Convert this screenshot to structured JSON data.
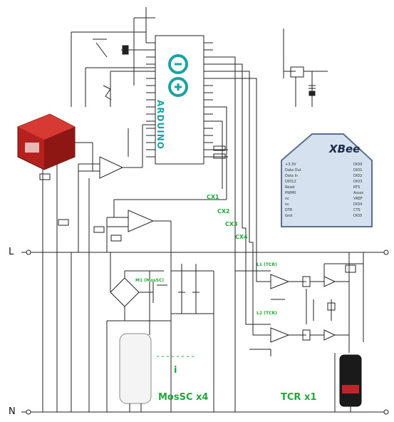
{
  "rails": {
    "line": "L",
    "neutral": "N"
  },
  "xbee": {
    "title": "XBee",
    "pins_left": [
      "+3.3V",
      "Data Out",
      "Data In",
      "DIO12",
      "Reset",
      "PWM0",
      "nc",
      "nc",
      "DTR",
      "Gnd"
    ],
    "pins_right": [
      "DIO0",
      "DIO1",
      "DIO2",
      "DIO3",
      "RTS",
      "Assoc",
      "VREF",
      "DIO4",
      "CTS",
      "DIO5"
    ]
  },
  "arduino": {
    "brand": "ARDUINO"
  },
  "signals": [
    "CX1",
    "CX2",
    "CX3",
    "CX4"
  ],
  "stages": {
    "mossc_count": "MosSC  x4",
    "tcr_count": "TCR   x1",
    "mosfet_label": "M1 (MosSC)",
    "triac1_label": "L1 (TCR)",
    "triac2_label": "L2 (TCR)",
    "ellipsis": "i"
  },
  "colors": {
    "accent_green": "#22a73c",
    "arduino_teal": "#1aa3a3",
    "transformer_red": "#b5221d"
  }
}
